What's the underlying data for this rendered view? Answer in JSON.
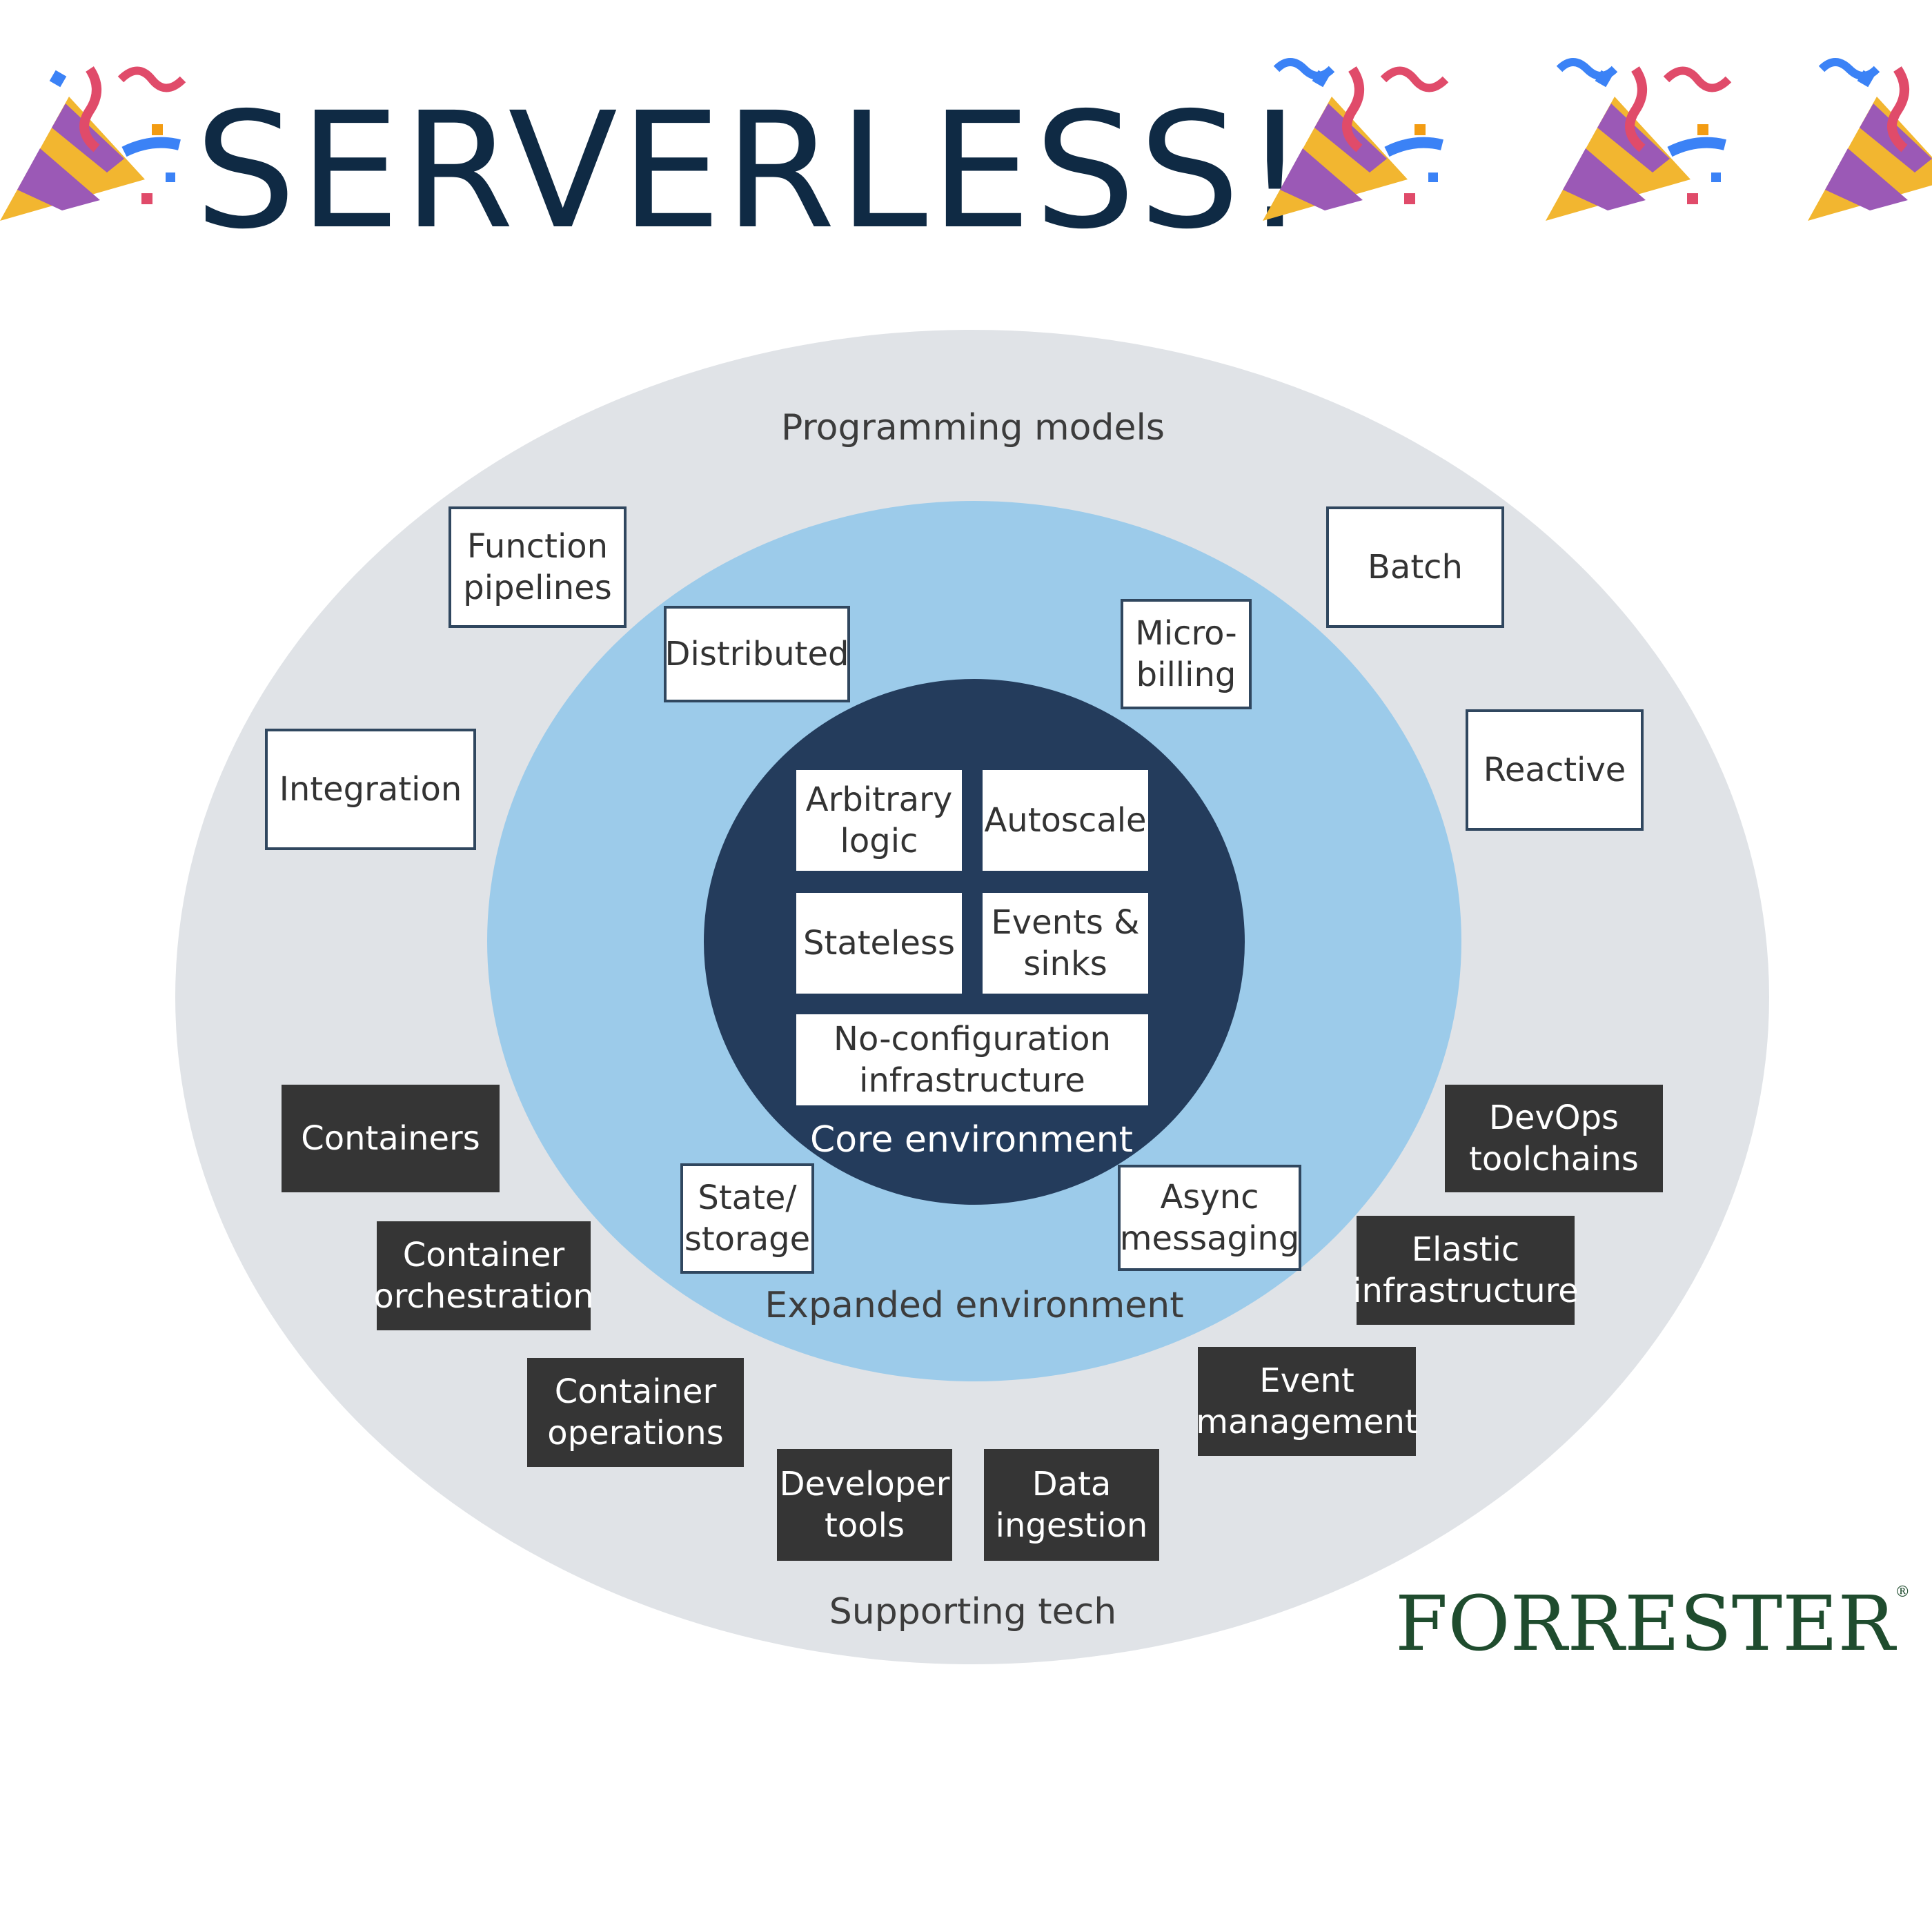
{
  "title": "SERVERLESS!",
  "icons": [
    "party-popper",
    "party-popper",
    "party-popper",
    "party-popper"
  ],
  "rings": {
    "outer": {
      "label": "Programming models",
      "bottom_label": "Supporting tech",
      "color": "#e0e3e7"
    },
    "middle": {
      "label": "Expanded environment",
      "color": "#9ccbea"
    },
    "core": {
      "label": "Core environment",
      "color": "#243c5c"
    }
  },
  "core_items": [
    "Arbitrary\nlogic",
    "Autoscale",
    "Stateless",
    "Events &\nsinks",
    "No-configuration\ninfrastructure"
  ],
  "expanded_items": [
    "Distributed",
    "Micro-\nbilling",
    "State/\nstorage",
    "Async\nmessaging"
  ],
  "programming_models": [
    "Function\npipelines",
    "Batch",
    "Integration",
    "Reactive"
  ],
  "supporting_tech": [
    "Containers",
    "Container\norchestration",
    "Container\noperations",
    "Developer\ntools",
    "Data\ningestion",
    "Event\nmanagement",
    "Elastic\ninfrastructure",
    "DevOps\ntoolchains"
  ],
  "logo": {
    "text": "FORRESTER",
    "mark": "®",
    "color": "#1f4c2e"
  }
}
